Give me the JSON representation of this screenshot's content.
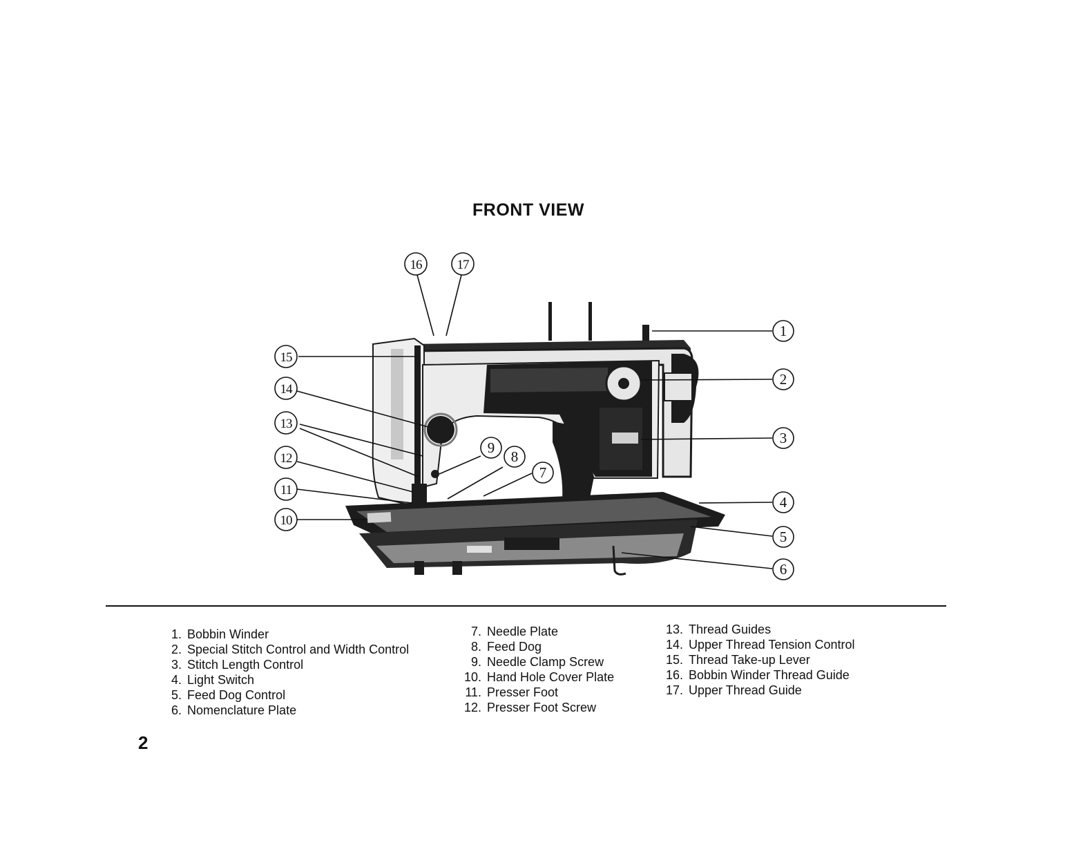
{
  "page": {
    "title": "FRONT VIEW",
    "page_number": "2"
  },
  "callouts": [
    "1",
    "2",
    "3",
    "4",
    "5",
    "6",
    "7",
    "8",
    "9",
    "10",
    "11",
    "12",
    "13",
    "14",
    "15",
    "16",
    "17"
  ],
  "parts": {
    "col1": [
      {
        "num": "1.",
        "label": "Bobbin Winder"
      },
      {
        "num": "2.",
        "label": "Special Stitch Control and Width Control"
      },
      {
        "num": "3.",
        "label": "Stitch Length Control"
      },
      {
        "num": "4.",
        "label": "Light Switch"
      },
      {
        "num": "5.",
        "label": "Feed Dog Control"
      },
      {
        "num": "6.",
        "label": "Nomenclature Plate"
      }
    ],
    "col2": [
      {
        "num": "7.",
        "label": "Needle Plate"
      },
      {
        "num": "8.",
        "label": "Feed Dog"
      },
      {
        "num": "9.",
        "label": "Needle Clamp Screw"
      },
      {
        "num": "10.",
        "label": "Hand Hole Cover Plate"
      },
      {
        "num": "11.",
        "label": "Presser Foot"
      },
      {
        "num": "12.",
        "label": "Presser Foot Screw"
      }
    ],
    "col3": [
      {
        "num": "13.",
        "label": "Thread Guides"
      },
      {
        "num": "14.",
        "label": "Upper Thread Tension Control"
      },
      {
        "num": "15.",
        "label": "Thread Take-up Lever"
      },
      {
        "num": "16.",
        "label": "Bobbin Winder Thread Guide"
      },
      {
        "num": "17.",
        "label": "Upper Thread Guide"
      }
    ]
  },
  "colors": {
    "ink": "#111111",
    "machine_body": "#e6e6e6",
    "machine_dark": "#1c1c1c",
    "machine_mid": "#7a7a7a",
    "paper": "#ffffff"
  }
}
